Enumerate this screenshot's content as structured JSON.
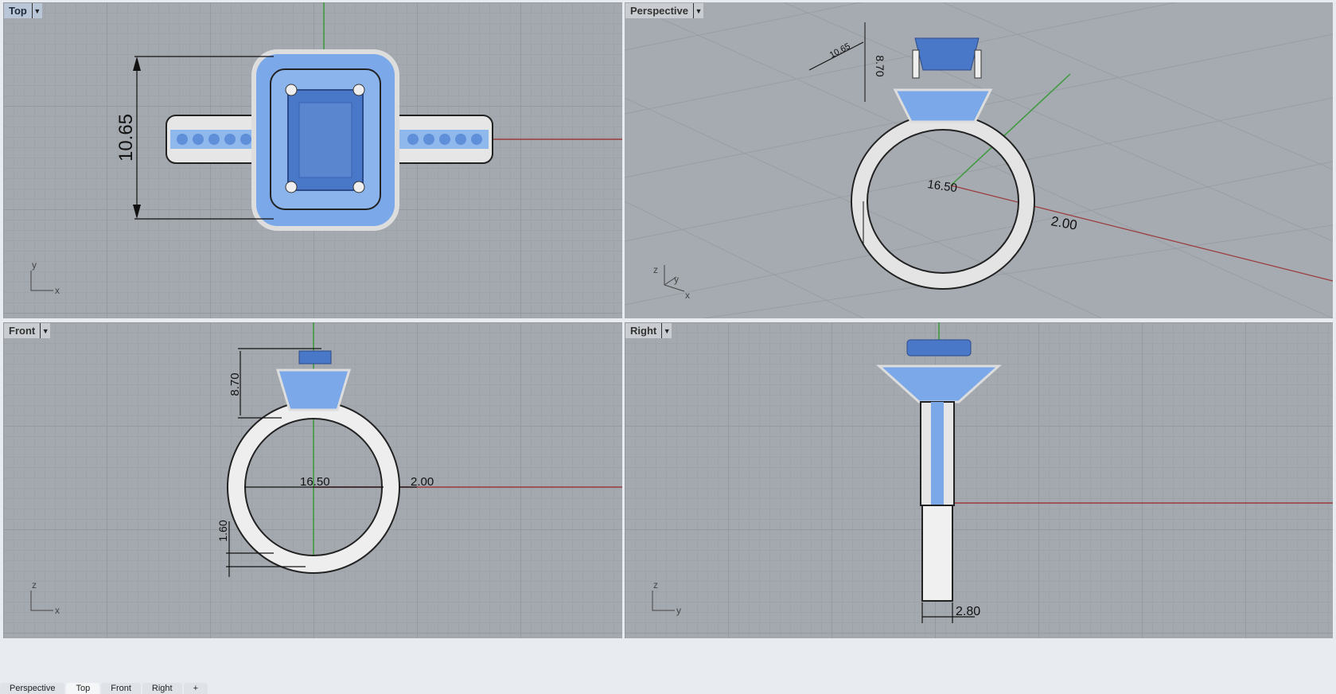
{
  "viewports": {
    "top": {
      "label": "Top",
      "axes": {
        "v": "y",
        "h": "x"
      },
      "dimensions": {
        "height": "10.65"
      }
    },
    "perspective": {
      "label": "Perspective",
      "axes": {
        "z": "z",
        "y": "y",
        "x": "x"
      },
      "dimensions": {
        "width": "10.65",
        "height": "8.70",
        "inner_diameter": "16.50",
        "band_thickness": "2.00"
      }
    },
    "front": {
      "label": "Front",
      "axes": {
        "v": "z",
        "h": "x"
      },
      "dimensions": {
        "height": "8.70",
        "inner_diameter": "16.50",
        "band_thickness": "2.00",
        "shank_depth": "1.60"
      }
    },
    "right": {
      "label": "Right",
      "axes": {
        "v": "z",
        "h": "y"
      },
      "dimensions": {
        "band_width": "2.80"
      }
    }
  },
  "dropdown_glyph": "▼",
  "tabs": [
    {
      "label": "Perspective",
      "active": false
    },
    {
      "label": "Top",
      "active": true
    },
    {
      "label": "Front",
      "active": false
    },
    {
      "label": "Right",
      "active": false
    },
    {
      "label": "+",
      "active": false
    }
  ],
  "colors": {
    "gem": "#4a78c8",
    "gem_light": "#7aa8e8",
    "metal": "#eeeeee",
    "x_axis": "#9a3a3a",
    "y_axis": "#3a9a3a",
    "viewport_bg": "#a4a9af"
  }
}
